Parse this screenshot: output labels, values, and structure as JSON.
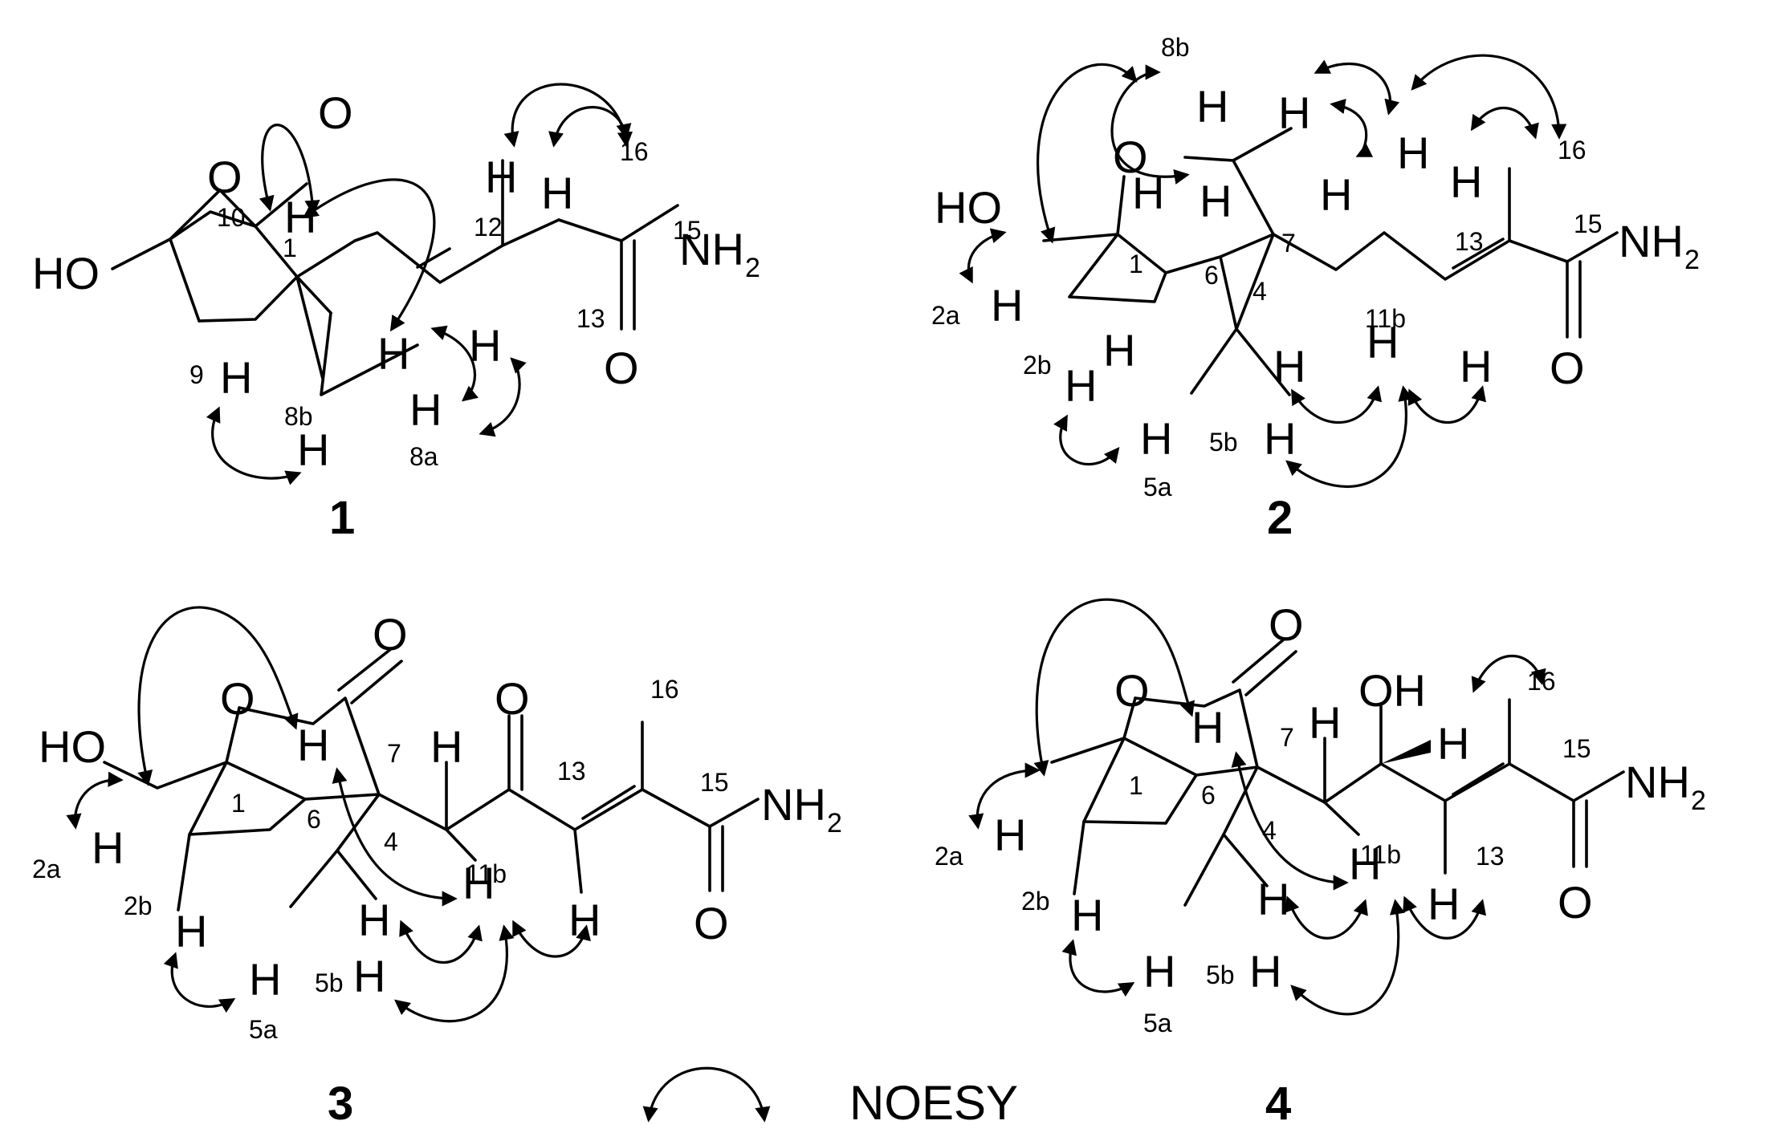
{
  "figure": {
    "legend_label": "NOESY",
    "compounds": [
      {
        "label": "1",
        "atoms": {
          "ho": "HO",
          "o_ring": "O",
          "o_carbonyl": "O",
          "nh2": "NH",
          "nh2_sub": "2",
          "o_amide": "O",
          "h1": "H",
          "h2": "H",
          "h3": "H",
          "h4": "H",
          "h5": "H",
          "h6": "H",
          "h7": "H",
          "h8": "H"
        },
        "numbers": [
          "10",
          "1",
          "12",
          "15",
          "13",
          "16",
          "9",
          "8b",
          "8a"
        ]
      },
      {
        "label": "2",
        "atoms": {
          "ho": "HO",
          "o_ring": "O",
          "nh2": "NH",
          "nh2_sub": "2",
          "o_amide": "O",
          "h1": "H",
          "h2": "H",
          "h3": "H",
          "h4": "H",
          "h5": "H",
          "h6": "H",
          "h7": "H",
          "h8": "H",
          "h9": "H",
          "h10": "H",
          "h11": "H",
          "h12": "H",
          "h13": "H",
          "h14": "H",
          "h15": "H"
        },
        "numbers": [
          "8b",
          "16",
          "1",
          "6",
          "7",
          "13",
          "15",
          "4",
          "11b",
          "2a",
          "2b",
          "5b",
          "5a"
        ]
      },
      {
        "label": "3",
        "atoms": {
          "ho": "HO",
          "o_ring": "O",
          "o_lactone": "O",
          "o_ketone": "O",
          "nh2": "NH",
          "nh2_sub": "2",
          "o_amide": "O",
          "h1": "H",
          "h2": "H",
          "h3": "H",
          "h4": "H",
          "h5": "H",
          "h6": "H",
          "h7": "H",
          "h8": "H",
          "h9": "H"
        },
        "numbers": [
          "16",
          "7",
          "13",
          "15",
          "1",
          "6",
          "4",
          "11b",
          "2a",
          "2b",
          "5b",
          "5a"
        ]
      },
      {
        "label": "4",
        "atoms": {
          "oh": "OH",
          "o_ring": "O",
          "o_lactone": "O",
          "nh2": "NH",
          "nh2_sub": "2",
          "o_amide": "O",
          "h1": "H",
          "h2": "H",
          "h3": "H",
          "h4": "H",
          "h5": "H",
          "h6": "H",
          "h7": "H",
          "h8": "H",
          "h9": "H",
          "h10": "H"
        },
        "numbers": [
          "16",
          "7",
          "15",
          "1",
          "6",
          "4",
          "11b",
          "13",
          "2a",
          "2b",
          "5b",
          "5a"
        ]
      }
    ]
  }
}
